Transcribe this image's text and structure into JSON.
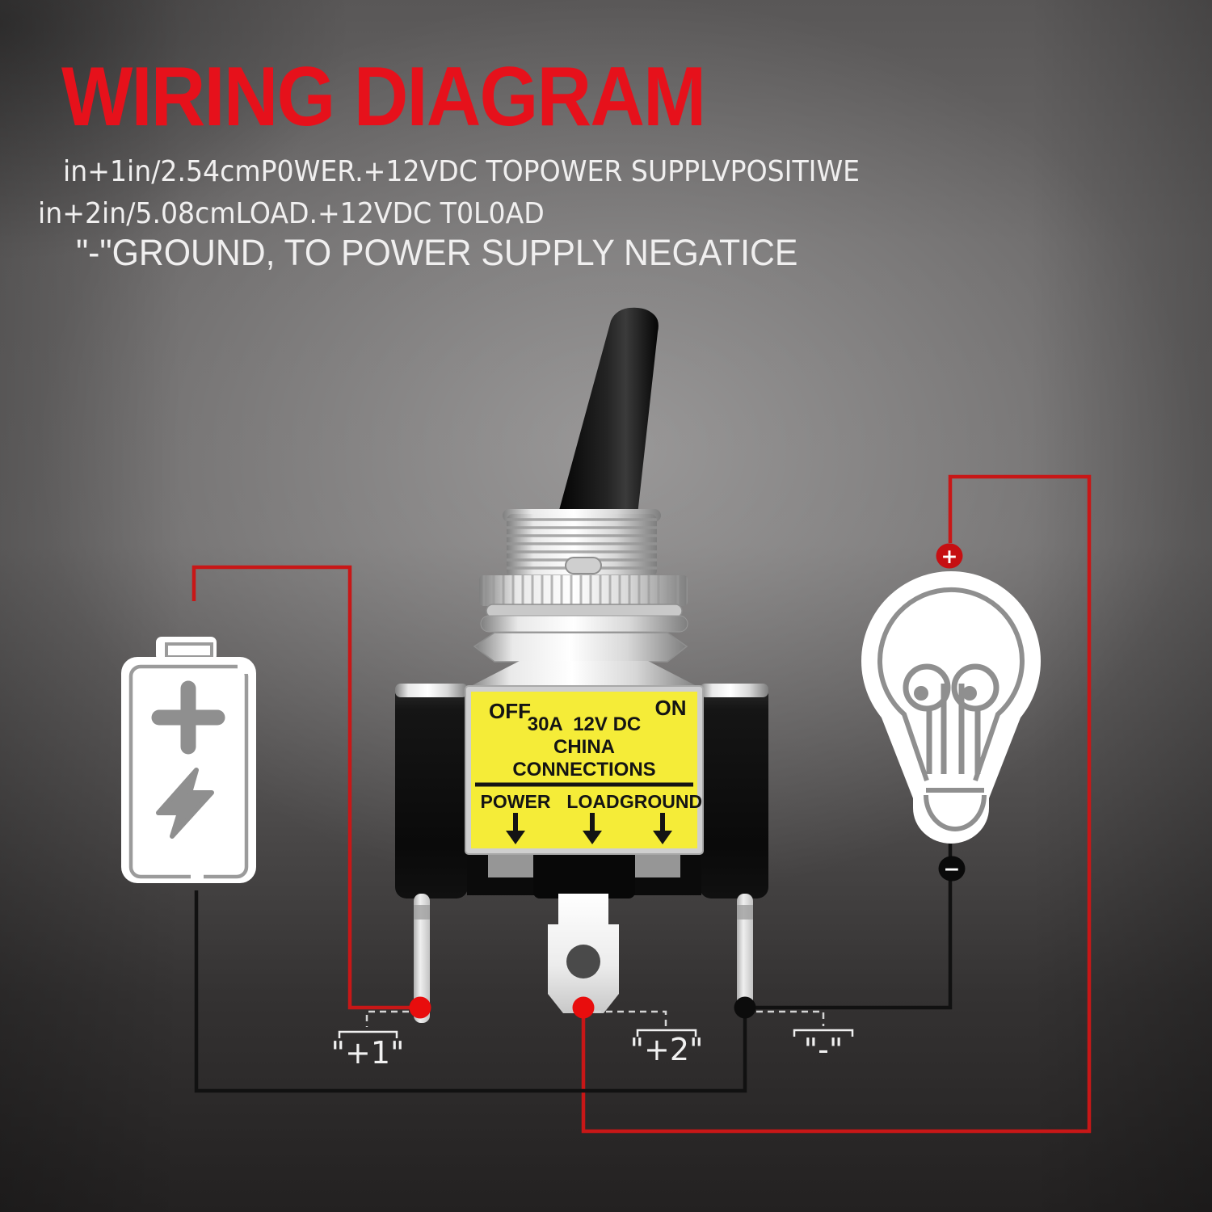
{
  "title": "WIRING DIAGRAM",
  "instructions": {
    "line1": "in+1in/2.54cmP0WER.+12VDC TOPOWER SUPPLVPOSITIWE",
    "line2": "in+2in/5.08cmLOAD.+12VDC T0L0AD",
    "line3": "\"-\"GROUND, TO POWER SUPPLY NEGATICE"
  },
  "switch_label": {
    "off": "OFF",
    "on": "ON",
    "rating": "30A  12V DC",
    "country": "CHINA",
    "connections": "CONNECTIONS",
    "columns": [
      "POWER",
      "LOAD",
      "GROUND"
    ]
  },
  "terminals": {
    "power": "\"+1\"",
    "load": "\"+2\"",
    "ground": "\"-\""
  },
  "bulb_markers": {
    "positive": "+",
    "negative": "−"
  },
  "icons": {
    "battery": "battery-icon",
    "lightning": "lightning-bolt-icon",
    "bulb": "light-bulb-icon",
    "down_arrow": "down-arrow-icon"
  },
  "colors": {
    "title_red": "#e6111b",
    "wire_red": "#c81717",
    "wire_black": "#111111",
    "label_yellow": "#f5ec38",
    "terminal_dot_red": "#e80d0d",
    "terminal_dot_black": "#0c0c0c",
    "text_white": "#f2f2f2"
  }
}
